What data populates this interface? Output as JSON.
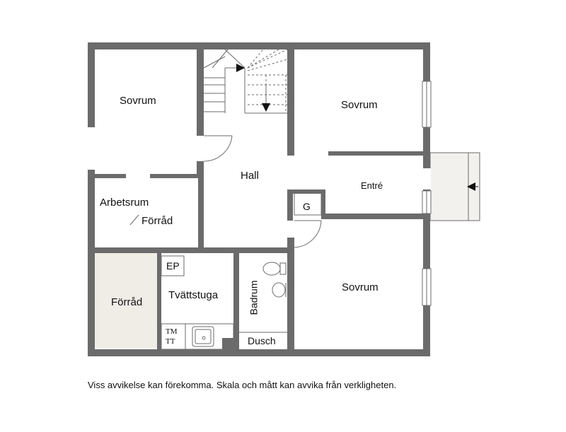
{
  "plan": {
    "rooms": {
      "sovrum_top_left": "Sovrum",
      "sovrum_top_right": "Sovrum",
      "sovrum_bottom_right": "Sovrum",
      "hall": "Hall",
      "entre": "Entré",
      "arbetsrum": "Arbetsrum",
      "forrad_small": "Förråd",
      "forrad_large": "Förråd",
      "tvattstuga": "Tvättstuga",
      "badrum": "Badrum",
      "dusch": "Dusch"
    },
    "symbols": {
      "ep": "EP",
      "g": "G",
      "tm": "TM",
      "tt": "TT"
    },
    "colors": {
      "wall": "#6b6b6b",
      "fill_storage": "#f0ece6",
      "fill_entry_step": "#f3f1ee"
    }
  },
  "disclaimer": "Viss avvikelse kan förekomma. Skala och mått kan avvika från verkligheten."
}
